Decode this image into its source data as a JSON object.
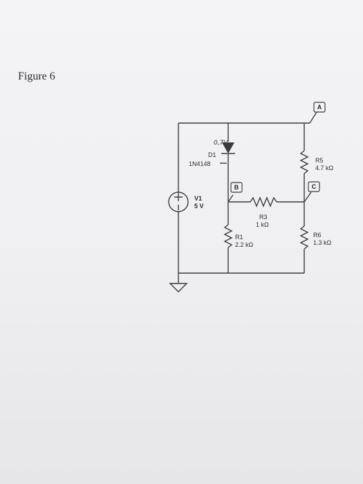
{
  "figure_title": "Figure 6",
  "diode": {
    "ref": "D1",
    "part": "1N4148",
    "note": "0,7V"
  },
  "source": {
    "ref": "V1",
    "value": "5 V"
  },
  "resistors": [
    {
      "ref": "R1",
      "value": "2.2 kΩ"
    },
    {
      "ref": "R3",
      "value": "1 kΩ"
    },
    {
      "ref": "R5",
      "value": "4.7 kΩ"
    },
    {
      "ref": "R6",
      "value": "1.3 kΩ"
    }
  ],
  "probes": [
    {
      "label": "A"
    },
    {
      "label": "B"
    },
    {
      "label": "C"
    }
  ]
}
